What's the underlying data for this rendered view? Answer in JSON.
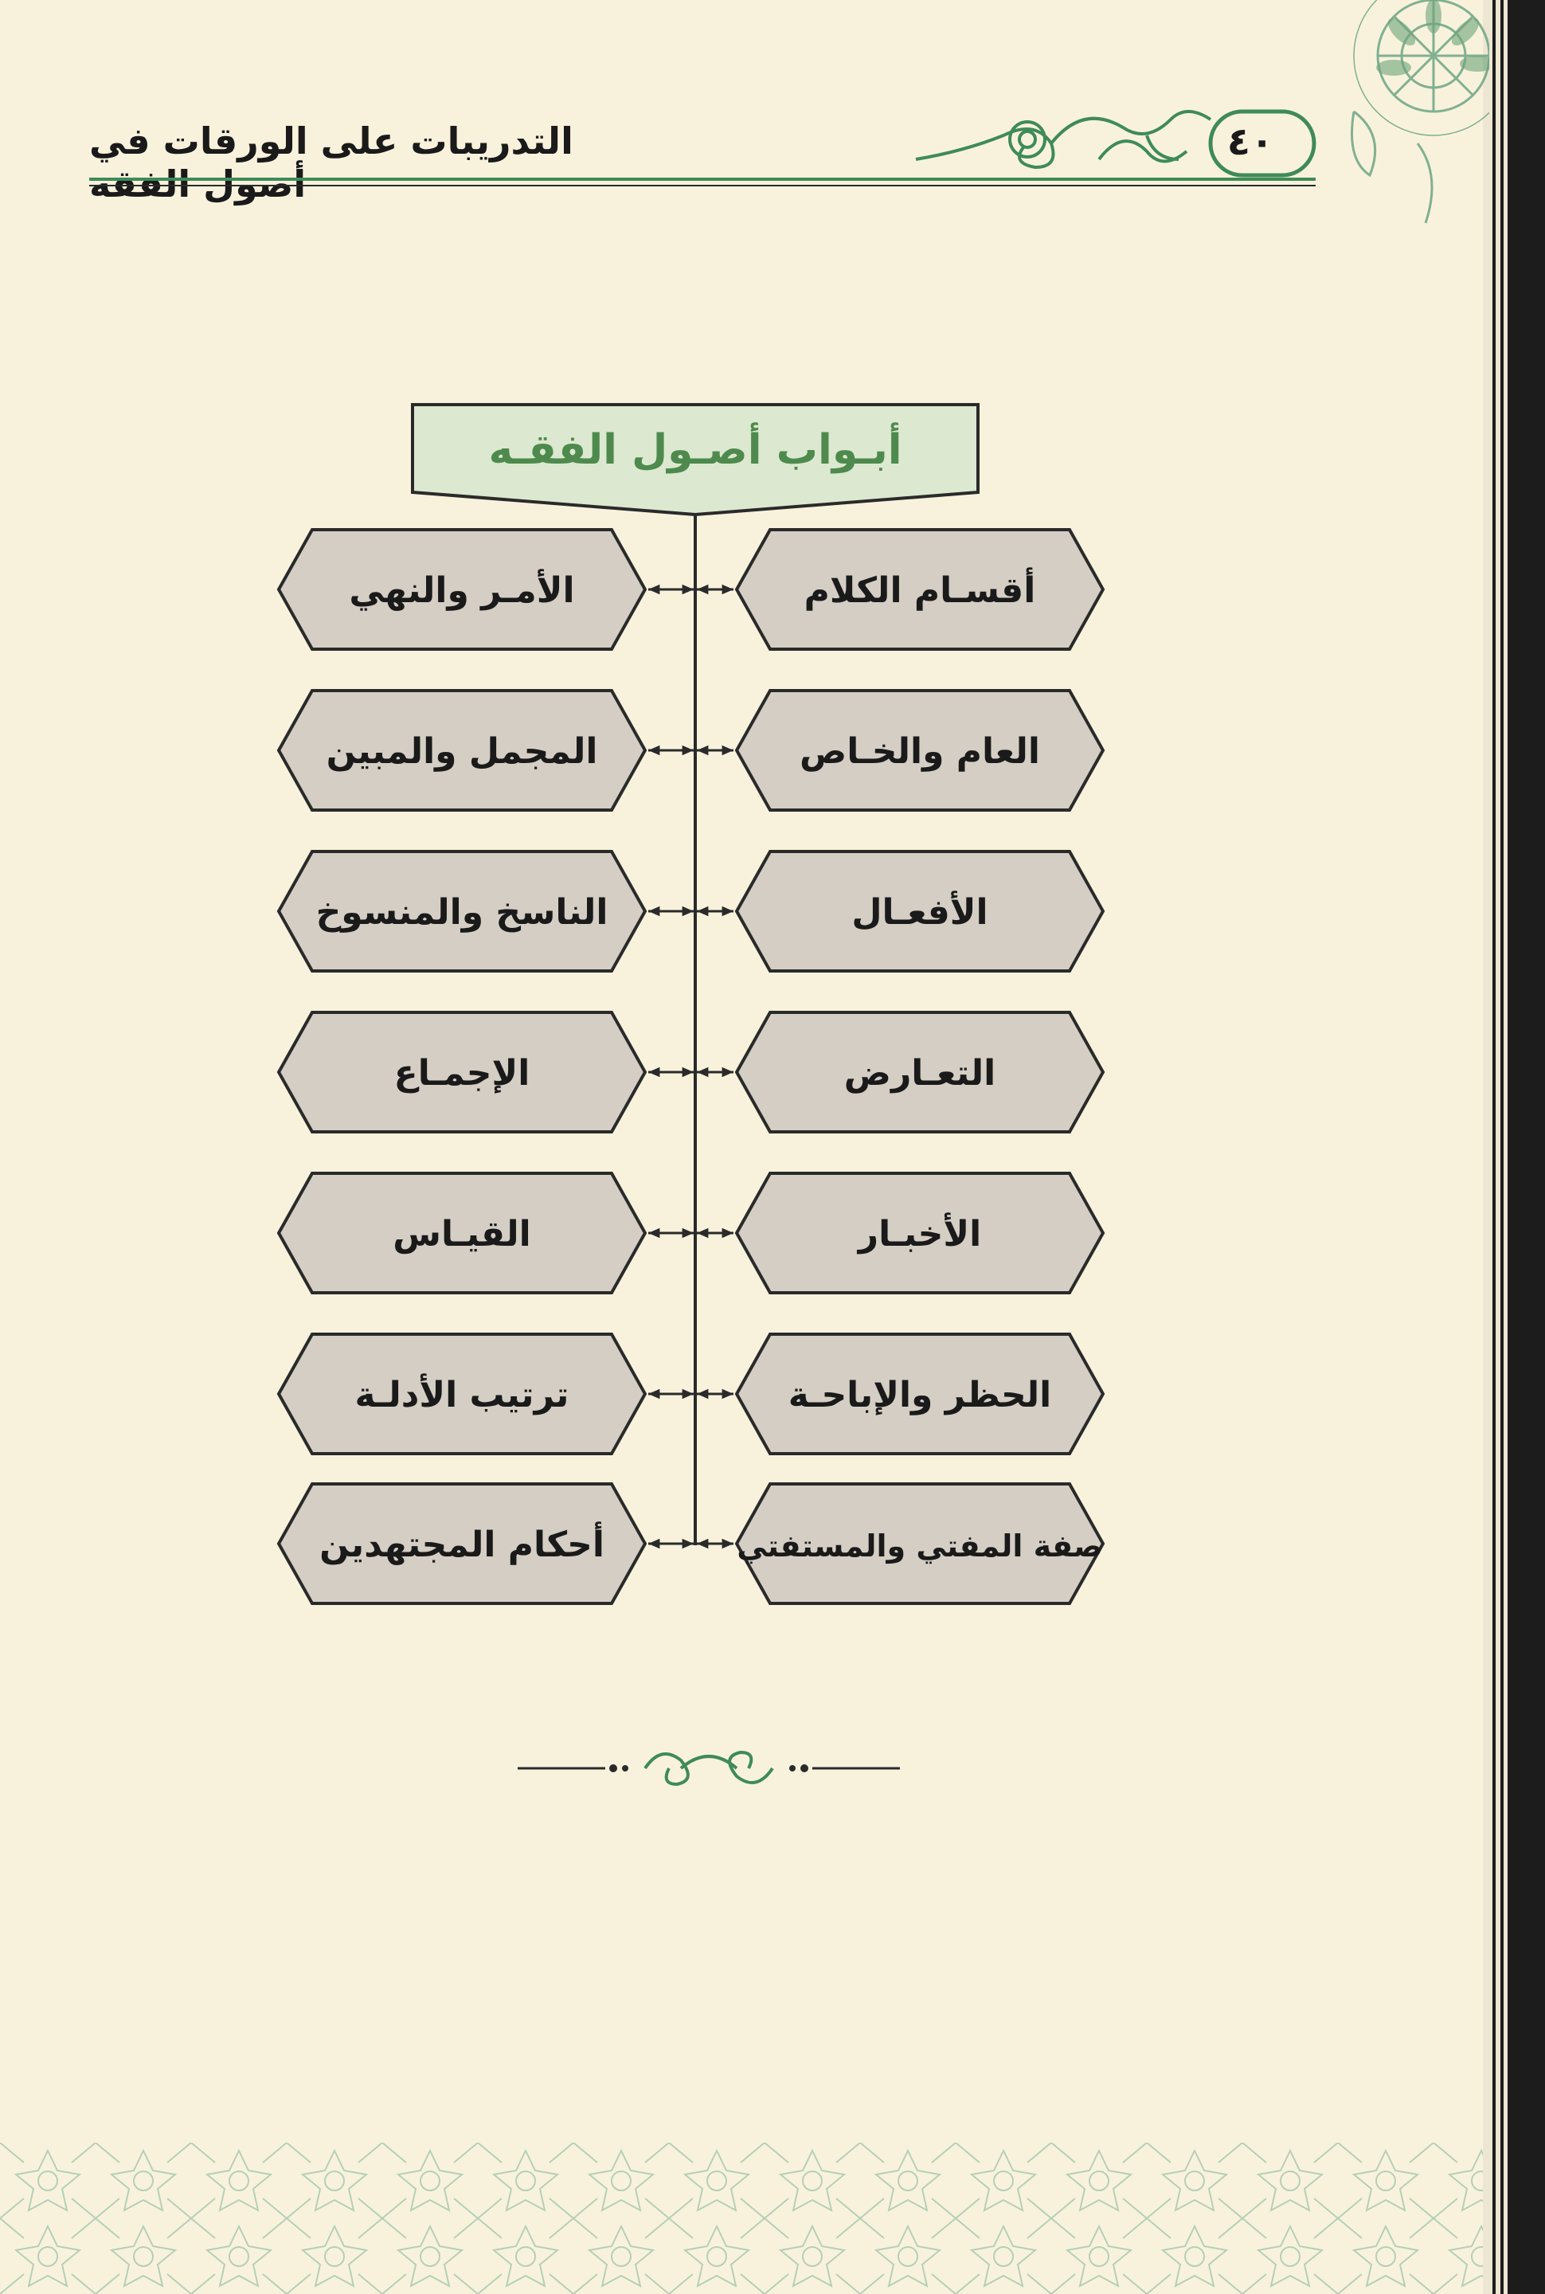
{
  "header": {
    "title": "التدريبات على الورقات في أصول الفقه",
    "page_number": "٤٠"
  },
  "diagram": {
    "title": "أبـواب أصـول الفقـه",
    "right_column": [
      "أقسـام الكلام",
      "العام والخـاص",
      "الأفعـال",
      "التعـارض",
      "الأخبـار",
      "الحظر والإباحـة",
      "صفة المفتي والمستفتي"
    ],
    "left_column": [
      "الأمـر والنهي",
      "المجمل والمبين",
      "الناسخ والمنسوخ",
      "الإجمـاع",
      "القيـاس",
      "ترتيب الأدلـة",
      "أحكام المجتهدين"
    ]
  },
  "colors": {
    "page_background": "#f8f2dc",
    "title_box_fill": "#dce8cf",
    "title_text": "#4e8a4e",
    "node_fill": "#d4cec4",
    "node_stroke": "#2a2a2a",
    "ornament_green": "#3f8a5a"
  },
  "icons": [
    "floral-corner-icon",
    "header-scroll-ornament-icon",
    "bottom-divider-ornament-icon",
    "geometric-star-pattern-icon"
  ]
}
